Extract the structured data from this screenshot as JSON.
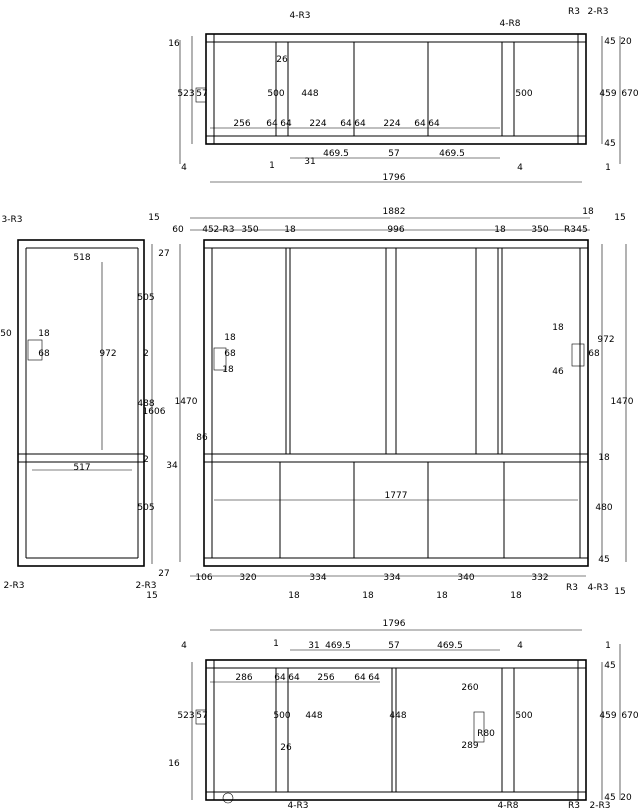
{
  "top_view": {
    "overall_width": "1796",
    "labels": [
      "256",
      "64",
      "64",
      "224",
      "64",
      "64",
      "224",
      "64",
      "64"
    ],
    "gaps": [
      "469.5",
      "57",
      "469.5"
    ],
    "small": [
      "1",
      "31",
      "4",
      "4",
      "1",
      "16",
      "20",
      "45",
      "45"
    ],
    "heights": [
      "500",
      "448",
      "500",
      "26",
      "57",
      "523",
      "459",
      "670"
    ],
    "marks": [
      "4-R3",
      "2-R3",
      "R3",
      "4-R8"
    ]
  },
  "middle_view": {
    "top_dims": [
      "60",
      "45",
      "2-R3",
      "350",
      "18",
      "996",
      "18",
      "350",
      "R3",
      "45",
      "18",
      "15"
    ],
    "overall_width": "1882",
    "bottom_dims": [
      "106",
      "320",
      "334",
      "334",
      "340",
      "332",
      "R3",
      "4-R3"
    ],
    "bottom_18": [
      "18",
      "18",
      "18",
      "18"
    ],
    "left_dims": [
      "1470",
      "86",
      "34",
      "18",
      "68",
      "18"
    ],
    "right_dims": [
      "18",
      "68",
      "46",
      "972",
      "1470",
      "18",
      "480",
      "45",
      "15"
    ],
    "inner_span": "1777"
  },
  "side_view": {
    "marks": [
      "3-R3",
      "2-R3",
      "2-R3"
    ],
    "dims": [
      "518",
      "517",
      "15",
      "27",
      "505",
      "488",
      "1606",
      "505",
      "27",
      "15",
      "18",
      "68",
      "50",
      "972",
      "2",
      "2"
    ]
  },
  "bottom_view": {
    "overall_width": "1796",
    "labels": [
      "286",
      "64",
      "64",
      "256",
      "64",
      "64"
    ],
    "gaps": [
      "469.5",
      "57",
      "469.5"
    ],
    "small": [
      "1",
      "31",
      "4",
      "4",
      "1",
      "16",
      "20",
      "45",
      "45"
    ],
    "heights": [
      "500",
      "448",
      "448",
      "500",
      "260",
      "26",
      "57",
      "289",
      "523",
      "459",
      "670",
      "R80"
    ],
    "marks": [
      "4-R3",
      "4-R8",
      "R3",
      "2-R3"
    ]
  }
}
